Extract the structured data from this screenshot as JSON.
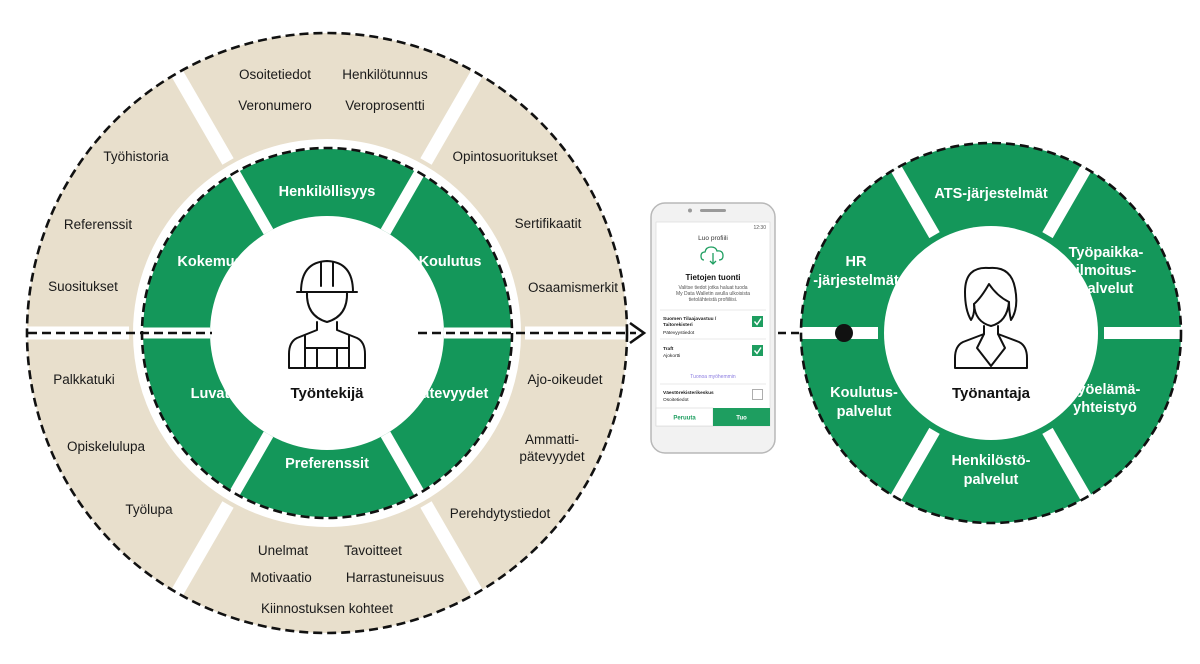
{
  "employee_wheel": {
    "center_label": "Työntekijä",
    "center_icon": "worker-helmet-icon",
    "inner_segments": [
      "Henkilöllisyys",
      "Koulutus",
      "Pätevyydet",
      "Preferenssit",
      "Luvat",
      "Kokemus"
    ],
    "outer_groups": [
      {
        "items": [
          "Osoitetiedot",
          "Henkilötunnus",
          "Veronumero",
          "Veroprosentti"
        ]
      },
      {
        "items": [
          "Opintosuoritukset",
          "Sertifikaatit",
          "Osaamismerkit"
        ]
      },
      {
        "items": [
          "Ajo-oikeudet",
          "Ammatti-",
          "pätevyydet",
          "Perehdytystiedot"
        ]
      },
      {
        "items": [
          "Unelmat",
          "Tavoitteet",
          "Motivaatio",
          "Harrastuneisuus",
          "Kiinnostuksen kohteet"
        ]
      },
      {
        "items": [
          "Palkkatuki",
          "Opiskelulupa",
          "Työlupa"
        ]
      },
      {
        "items": [
          "Työhistoria",
          "Referenssit",
          "Suositukset"
        ]
      }
    ]
  },
  "phone": {
    "status_time": "12:30",
    "title": "Luo profiili",
    "heading": "Tietojen tuonti",
    "description": [
      "Valitse tiedot jotka haluat tuoda",
      "My Data Walletin avulla ulkoisista",
      "tietolähteistä profiiliisi."
    ],
    "sources": [
      {
        "name": [
          "Suomen Tilaajavastuu /",
          "Taitorekisteri"
        ],
        "detail": "Pätevyystiedot",
        "checked": true
      },
      {
        "name": [
          "Traft"
        ],
        "detail": "Ajokortti",
        "checked": true
      },
      {
        "name": [
          "Väestörekisterikeskus"
        ],
        "detail": "Osoitetiedot",
        "checked": false
      }
    ],
    "link": "Tuonoa myöhemmin",
    "cancel_label": "Peruuta",
    "confirm_label": "Tuo"
  },
  "employer_wheel": {
    "center_label": "Työnantaja",
    "center_icon": "woman-avatar-icon",
    "segments": [
      {
        "lines": [
          "ATS-järjestelmät"
        ]
      },
      {
        "lines": [
          "Työpaikka-",
          "ilmoitus-",
          "palvelut"
        ]
      },
      {
        "lines": [
          "Työelämä-",
          "yhteistyö"
        ]
      },
      {
        "lines": [
          "Henkilöstö-",
          "palvelut"
        ]
      },
      {
        "lines": [
          "Koulutus-",
          "palvelut"
        ]
      },
      {
        "lines": [
          "HR",
          "-järjestelmät"
        ]
      }
    ]
  },
  "colors": {
    "green": "#14975a",
    "beige": "#e8dfcc",
    "dark": "#111111",
    "white": "#ffffff"
  }
}
